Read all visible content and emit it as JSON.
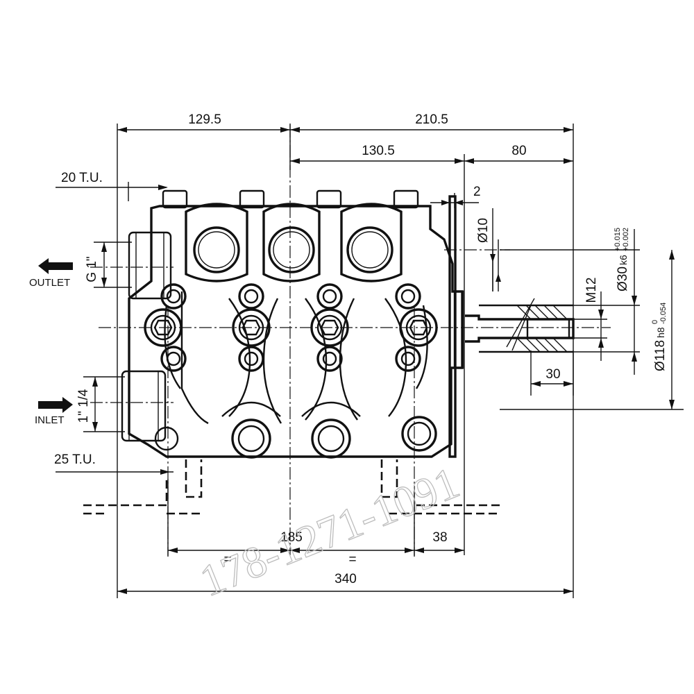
{
  "dimensions": {
    "top_left": "129.5",
    "top_right": "210.5",
    "mid_left": "130.5",
    "mid_right": "80",
    "flange_gap": "2",
    "bolt_dia": "Ø10",
    "tu_top": "20 T.U.",
    "tu_bottom": "25 T.U.",
    "outlet_thread": "G 1\"",
    "inlet_thread": "1\" 1/4",
    "shaft_dia_main": "Ø30",
    "shaft_tol_grade": "k6",
    "shaft_tol_upper": "+0.015",
    "shaft_tol_lower": "+0.002",
    "thread_m": "M12",
    "pilot_dia_main": "Ø118",
    "pilot_tol_grade": "h8",
    "pilot_tol_upper": "0",
    "pilot_tol_lower": "-0.054",
    "key_len": "30",
    "base_span": "185",
    "base_offset": "38",
    "overall": "340",
    "equal_left": "=",
    "equal_right": "="
  },
  "labels": {
    "outlet": "OUTLET",
    "inlet": "INLET"
  },
  "watermark": "178-1271-1091",
  "colors": {
    "line": "#111111",
    "watermark": "#bdbdbd",
    "background": "#ffffff"
  }
}
